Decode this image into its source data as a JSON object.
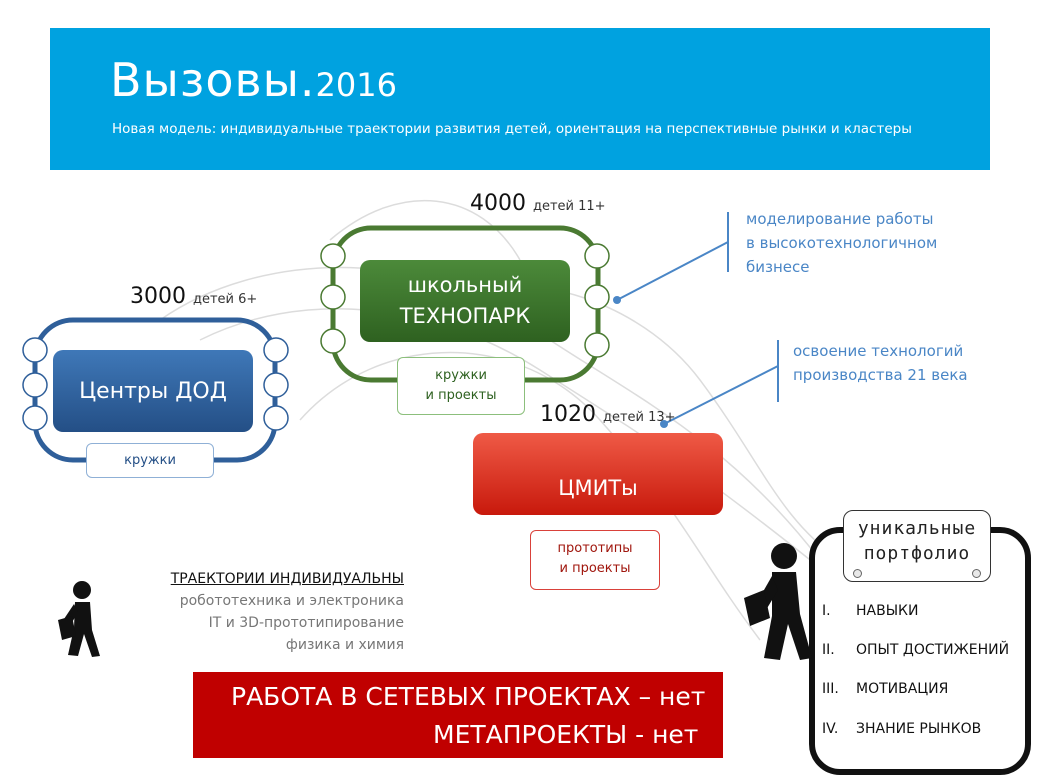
{
  "header": {
    "title_main": "Вызовы.",
    "title_year": "2016",
    "subtitle": "Новая модель: индивидуальные траектории развития детей, ориентация на перспективные рынки и кластеры"
  },
  "dod": {
    "count": "3000",
    "count_unit": "детей 6+",
    "label": "Центры ДОД",
    "tag": "кружки"
  },
  "technopark": {
    "count": "4000",
    "count_unit": "детей 11+",
    "label_line1": "школьный",
    "label_line2": "ТЕХНОПАРК",
    "tag_line1": "кружки",
    "tag_line2": "и проекты"
  },
  "cmit": {
    "count": "1020",
    "count_unit": "детей 13+",
    "label": "ЦМИТы",
    "tag_line1": "прототипы",
    "tag_line2": "и проекты"
  },
  "notes": {
    "note1": [
      "моделирование работы",
      "в высокотехнологичном",
      "бизнесе"
    ],
    "note2": [
      "освоение технологий",
      "производства 21 века"
    ]
  },
  "trajectories": {
    "title": "ТРАЕКТОРИИ ИНДИВИДУАЛЬНЫ",
    "items": [
      "робототехника и электроника",
      "IT и 3D-прототипирование",
      "физика и химия"
    ]
  },
  "bottom": {
    "line1": "РАБОТА В СЕТЕВЫХ ПРОЕКТАХ – нет",
    "line2": "МЕТАПРОЕКТЫ  - нет"
  },
  "portfolio": {
    "title_line1": "уникальные",
    "title_line2": "портфолио",
    "items": [
      {
        "num": "I.",
        "text": "НАВЫКИ"
      },
      {
        "num": "II.",
        "text": "ОПЫТ ДОСТИЖЕНИЙ"
      },
      {
        "num": "III.",
        "text": "МОТИВАЦИЯ"
      },
      {
        "num": "IV.",
        "text": "ЗНАНИЕ РЫНКОВ"
      }
    ]
  },
  "colors": {
    "header": "#00a2e0",
    "dod": "#2f5f9a",
    "technopark": "#4a7a32",
    "cmit": "#e03020",
    "bottom": "#c00000",
    "note": "#4a86c6"
  }
}
